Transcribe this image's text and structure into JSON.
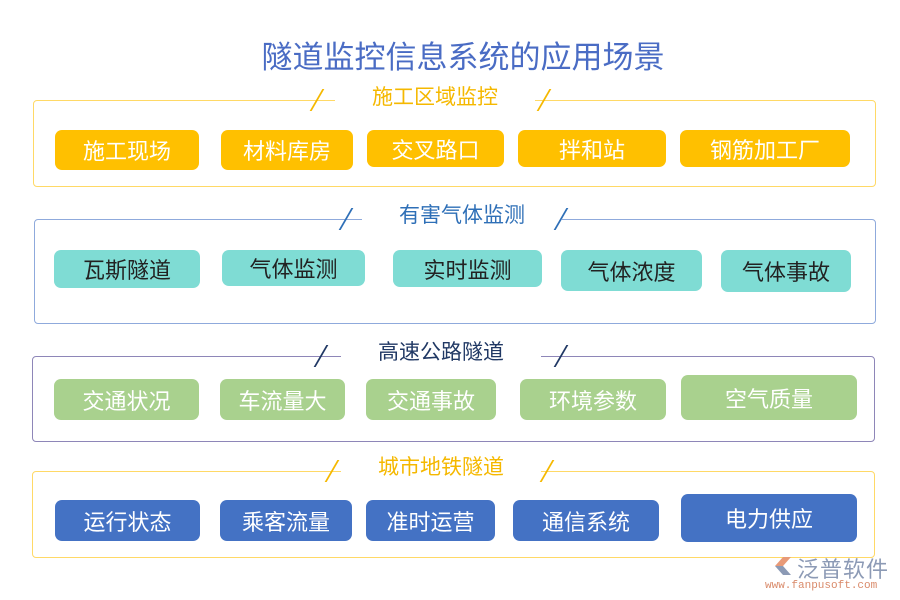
{
  "title": "隧道监控信息系统的应用场景",
  "colors": {
    "yellow": "#FFC000",
    "teal": "#7FDCD4",
    "green": "#A9D18E",
    "blue": "#4472C4",
    "title": "#4A6CC4"
  },
  "sections": [
    {
      "title": "施工区域监控",
      "items": [
        "施工现场",
        "材料库房",
        "交叉路口",
        "拌和站",
        "钢筋加工厂"
      ]
    },
    {
      "title": "有害气体监测",
      "items": [
        "瓦斯隧道",
        "气体监测",
        "实时监测",
        "气体浓度",
        "气体事故"
      ]
    },
    {
      "title": "高速公路隧道",
      "items": [
        "交通状况",
        "车流量大",
        "交通事故",
        "环境参数",
        "空气质量"
      ]
    },
    {
      "title": "城市地铁隧道",
      "items": [
        "运行状态",
        "乘客流量",
        "准时运营",
        "通信系统",
        "电力供应"
      ]
    }
  ],
  "logo": {
    "name": "泛普软件",
    "url": "www.fanpusoft.com"
  }
}
